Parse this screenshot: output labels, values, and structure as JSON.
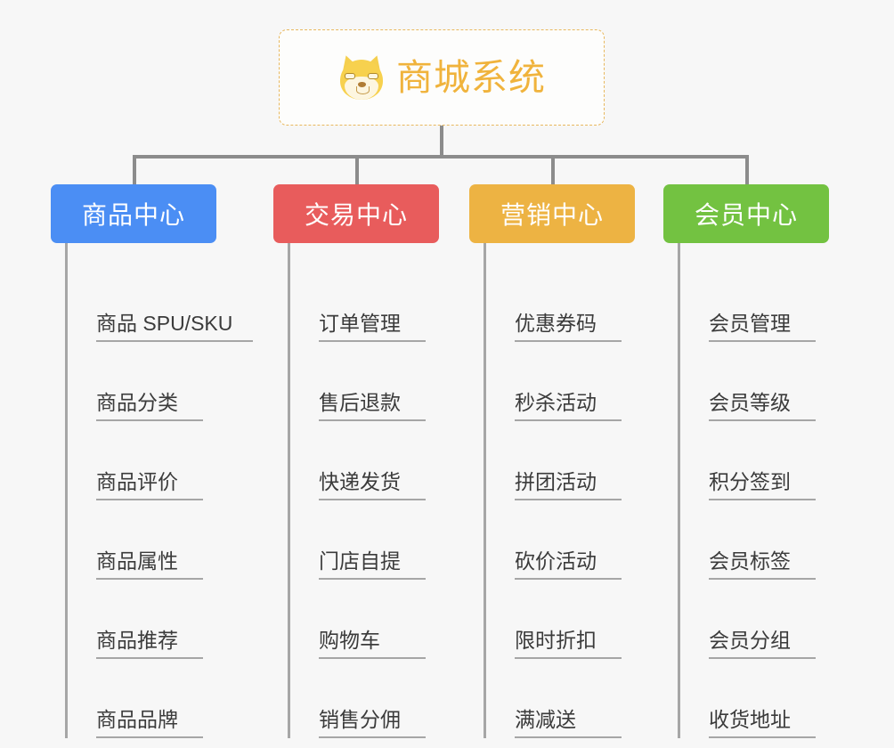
{
  "root": {
    "title": "商城系统",
    "emoji_name": "shiba-dog-face-emoji",
    "border_color": "#e8b85e",
    "text_color": "#f0b33c",
    "background": "#fdfdfc"
  },
  "canvas": {
    "background": "#f7f7f7",
    "connector_color": "#8c8c8c",
    "branch_line_color": "#a6a6a6",
    "leaf_text_color": "#3b3b3b"
  },
  "columns": [
    {
      "id": "product-center",
      "title": "商品中心",
      "color": "#4b8ef4",
      "items": [
        "商品 SPU/SKU",
        "商品分类",
        "商品评价",
        "商品属性",
        "商品推荐",
        "商品品牌"
      ]
    },
    {
      "id": "trade-center",
      "title": "交易中心",
      "color": "#e85c5c",
      "items": [
        "订单管理",
        "售后退款",
        "快递发货",
        "门店自提",
        "购物车",
        "销售分佣"
      ]
    },
    {
      "id": "marketing-center",
      "title": "营销中心",
      "color": "#edb343",
      "items": [
        "优惠券码",
        "秒杀活动",
        "拼团活动",
        "砍价活动",
        "限时折扣",
        "满减送"
      ]
    },
    {
      "id": "member-center",
      "title": "会员中心",
      "color": "#73c241",
      "items": [
        "会员管理",
        "会员等级",
        "积分签到",
        "会员标签",
        "会员分组",
        "收货地址"
      ]
    }
  ]
}
